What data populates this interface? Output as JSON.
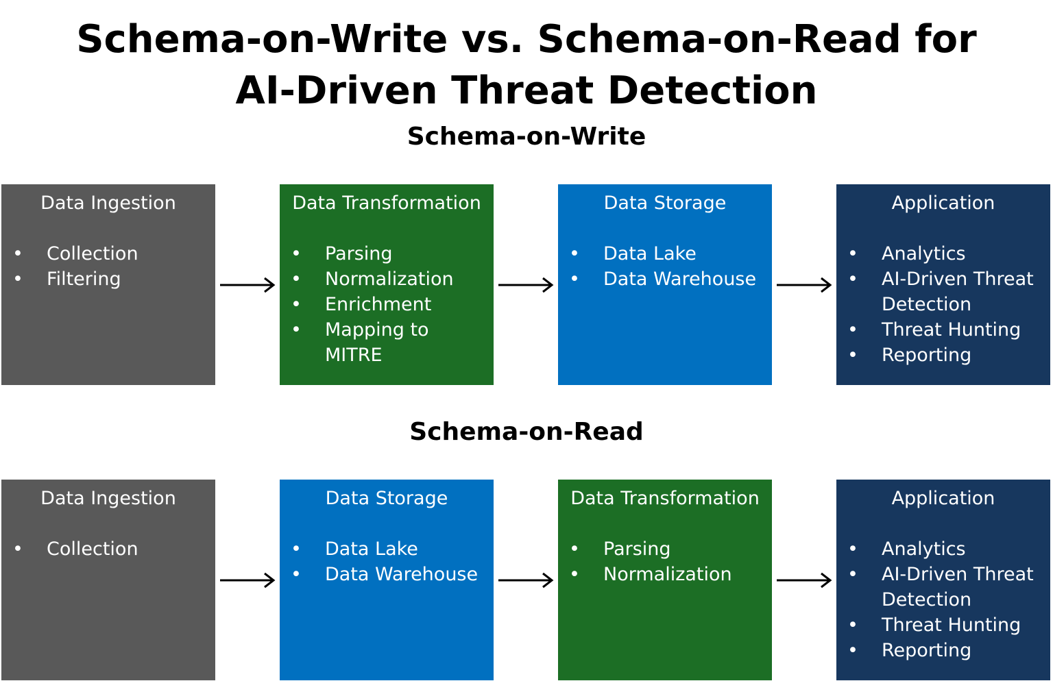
{
  "title": {
    "line1": "Schema-on-Write vs. Schema-on-Read for",
    "line2": "AI-Driven Threat Detection"
  },
  "sections": [
    {
      "heading": "Schema-on-Write",
      "steps": [
        {
          "title": "Data Ingestion",
          "color": "#595959",
          "items": [
            "Collection",
            "Filtering"
          ]
        },
        {
          "title": "Data Transformation",
          "color": "#1c6e25",
          "items": [
            "Parsing",
            "Normalization",
            "Enrichment",
            "Mapping to MITRE"
          ]
        },
        {
          "title": "Data Storage",
          "color": "#0170c0",
          "items": [
            "Data Lake",
            "Data Warehouse"
          ]
        },
        {
          "title": "Application",
          "color": "#17375e",
          "items": [
            "Analytics",
            "AI-Driven Threat Detection",
            "Threat Hunting",
            "Reporting"
          ]
        }
      ]
    },
    {
      "heading": "Schema-on-Read",
      "steps": [
        {
          "title": "Data Ingestion",
          "color": "#595959",
          "items": [
            "Collection"
          ]
        },
        {
          "title": "Data Storage",
          "color": "#0170c0",
          "items": [
            "Data Lake",
            "Data Warehouse"
          ]
        },
        {
          "title": "Data Transformation",
          "color": "#1c6e25",
          "items": [
            "Parsing",
            "Normalization"
          ]
        },
        {
          "title": "Application",
          "color": "#17375e",
          "items": [
            "Analytics",
            "AI-Driven Threat Detection",
            "Threat Hunting",
            "Reporting"
          ]
        }
      ]
    }
  ],
  "bullet_glyph": "•",
  "arrow_icon": "right-arrow-icon"
}
